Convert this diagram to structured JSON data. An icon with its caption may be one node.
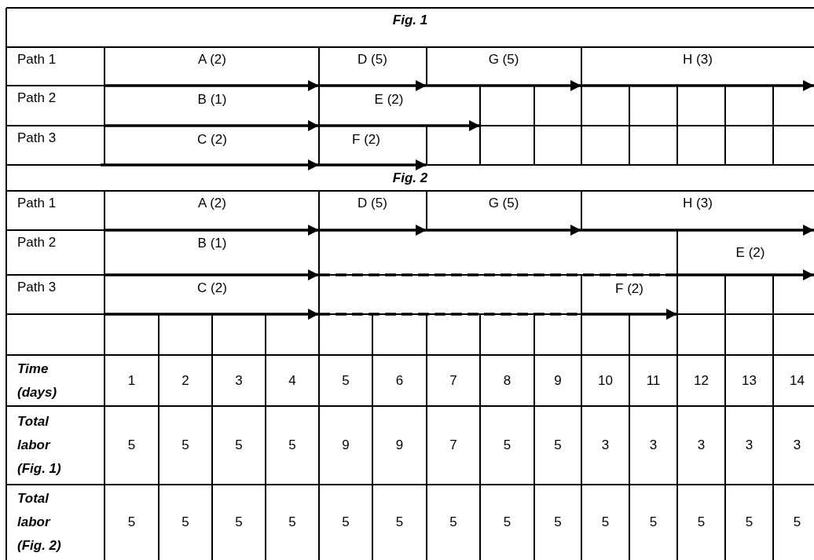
{
  "diagram": {
    "labels": [
      "Fig. 1",
      "Path 1",
      "A (2)",
      "D (5)",
      "G (5)",
      "H (3)",
      "Path 2",
      "B (1)",
      "E (2)",
      "Path 3",
      "C (2)",
      "F (2)",
      "Fig. 2",
      "Path 1",
      "A (2)",
      "D (5)",
      "G (5)",
      "H (3)",
      "Path 2",
      "B (1)",
      "E (2)",
      "Path 3",
      "C (2)",
      "F (2)",
      "Time (days)",
      "1",
      "2",
      "3",
      "4",
      "5",
      "6",
      "7",
      "8",
      "9",
      "10",
      "11",
      "12",
      "13",
      "14",
      "Total labor (Fig. 1)",
      "5",
      "5",
      "5",
      "5",
      "9",
      "9",
      "7",
      "5",
      "5",
      "3",
      "3",
      "3",
      "3",
      "3",
      "Total labor (Fig. 2)",
      "5",
      "5",
      "5",
      "5",
      "5",
      "5",
      "5",
      "5",
      "5",
      "5",
      "5",
      "5",
      "5",
      "5"
    ]
  }
}
